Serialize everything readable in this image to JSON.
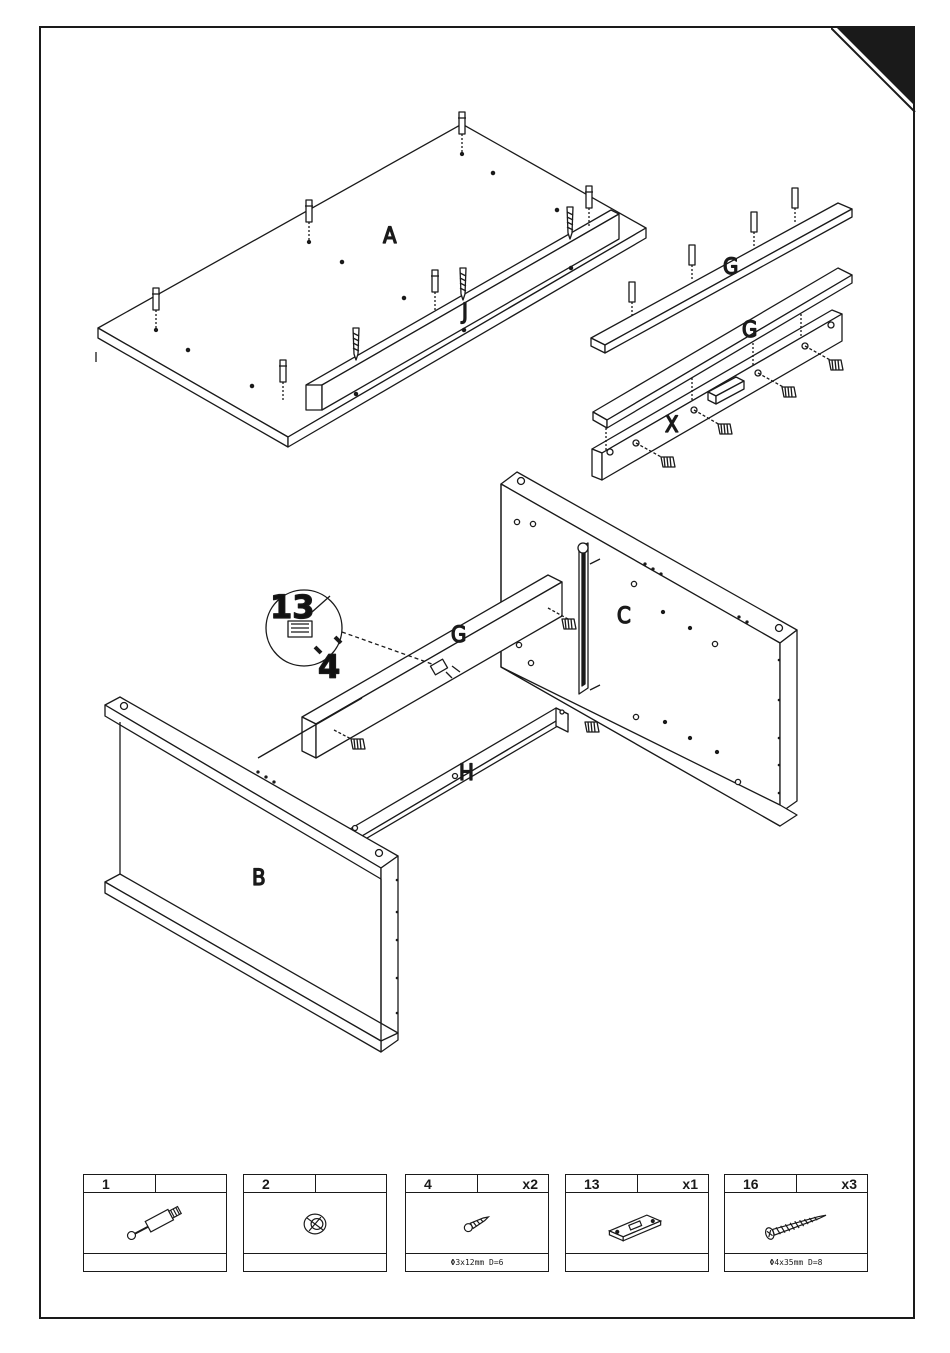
{
  "labels": {
    "panel_a": "A",
    "panel_b": "B",
    "panel_c": "C",
    "panel_g_top": "G",
    "panel_g_mid": "G",
    "panel_g_center": "G",
    "panel_h": "H",
    "panel_j": "J",
    "panel_x": "X",
    "callout_13": "13",
    "callout_4": "4"
  },
  "parts": [
    {
      "number": "1",
      "qty": "",
      "spec": "",
      "icon": "cam-dowel-icon"
    },
    {
      "number": "2",
      "qty": "",
      "spec": "",
      "icon": "cam-lock-icon"
    },
    {
      "number": "4",
      "qty": "x2",
      "spec": "Φ3x12mm D=6",
      "icon": "short-screw-icon"
    },
    {
      "number": "13",
      "qty": "x1",
      "spec": "",
      "icon": "drawer-bracket-icon"
    },
    {
      "number": "16",
      "qty": "x3",
      "spec": "Φ4x35mm D=8",
      "icon": "long-screw-icon"
    }
  ]
}
